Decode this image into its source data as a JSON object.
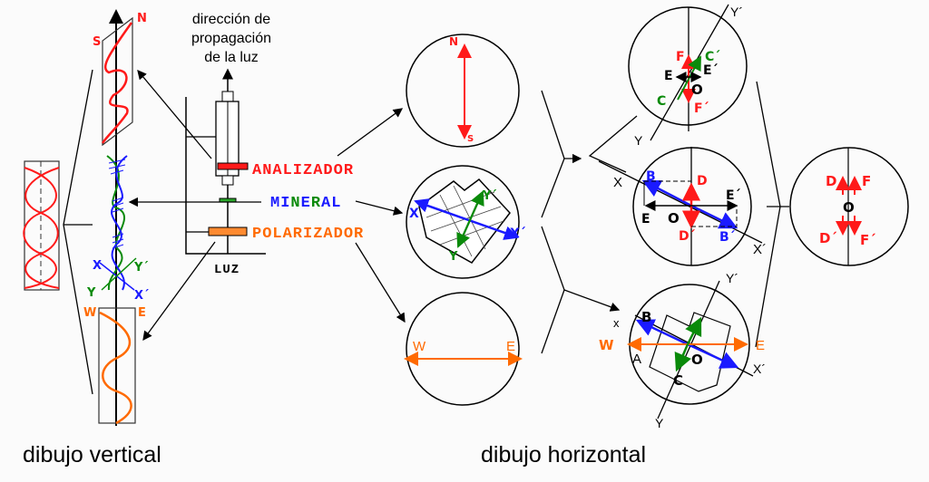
{
  "title_lines": [
    "dirección de",
    "propagación",
    "de la luz"
  ],
  "microscope": {
    "analyzer": "ANALIZADOR",
    "mineral": [
      "MI",
      "N",
      "E",
      "R",
      "AL"
    ],
    "polarizer": "POLARIZADOR",
    "light": "LUZ"
  },
  "vertical_labels": {
    "N": "N",
    "S": "S",
    "X": "X",
    "Y": "Y",
    "Y_prime": "Y´",
    "X_prime": "X´",
    "W": "W",
    "E": "E"
  },
  "circles": {
    "analyzer_view": {
      "N": "N",
      "S": "S"
    },
    "mineral_view": {
      "X": "X",
      "X_prime": "X´",
      "Y": "Y",
      "Y_prime": "Y´"
    },
    "polarizer_view": {
      "W": "W",
      "E": "E"
    },
    "top_right": {
      "F": "F",
      "C_prime": "C´",
      "E": "E",
      "E_prime": "E´",
      "O": "O",
      "C": "C",
      "F_prime": "F´",
      "Y": "Y",
      "Y_prime": "Y´"
    },
    "middle_right": {
      "X": "X",
      "B": "B",
      "D": "D",
      "E_prime": "E´",
      "E": "E",
      "O": "O",
      "D_prime": "D´",
      "B_prime": "B´",
      "X_prime": "X´"
    },
    "bottom_right": {
      "x": "x",
      "B": "B",
      "W": "W",
      "E": "E",
      "A": "A",
      "O": "O",
      "C": "C",
      "X_prime": "X´",
      "Y": "Y",
      "Y_prime": "Y´"
    },
    "result": {
      "D": "D",
      "F": "F",
      "O": "O",
      "D_prime": "D´",
      "F_prime": "F´"
    }
  },
  "captions": {
    "vertical": "dibujo vertical",
    "horizontal": "dibujo horizontal"
  },
  "colors": {
    "red": "#ff1a1a",
    "blue": "#1a1aff",
    "green": "#0a8a0a",
    "orange": "#ff6a00"
  }
}
